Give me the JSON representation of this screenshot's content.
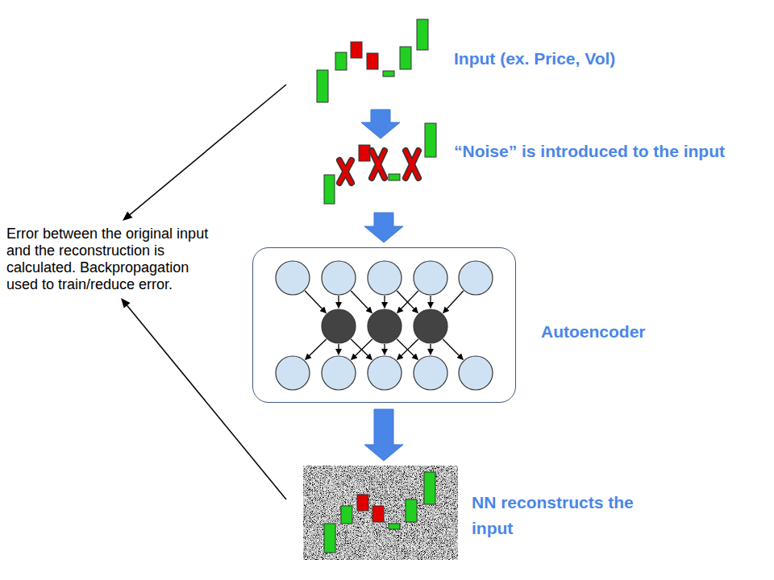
{
  "diagram": {
    "nodes": [
      {
        "text": [
          "Input (ex. Price, Vol)"
        ]
      },
      {
        "text": [
          "“Noise” is introduced to the input"
        ]
      },
      {
        "text": [
          "Error between the original input and the reconstruction is calculated. Backpropagation used to train/reduce error."
        ]
      },
      {
        "text": [
          "Autoencoder"
        ]
      },
      {
        "text": [
          "NN reconstructs the input"
        ]
      }
    ],
    "edges": [
      {
        "from": 0,
        "to": 1,
        "arrow": "to"
      },
      {
        "from": 1,
        "to": 3,
        "arrow": "to"
      },
      {
        "from": 3,
        "to": 4,
        "arrow": "to"
      },
      {
        "from": 0,
        "to": 2,
        "arrow": "to"
      },
      {
        "from": 4,
        "to": 2,
        "arrow": "to"
      }
    ]
  }
}
